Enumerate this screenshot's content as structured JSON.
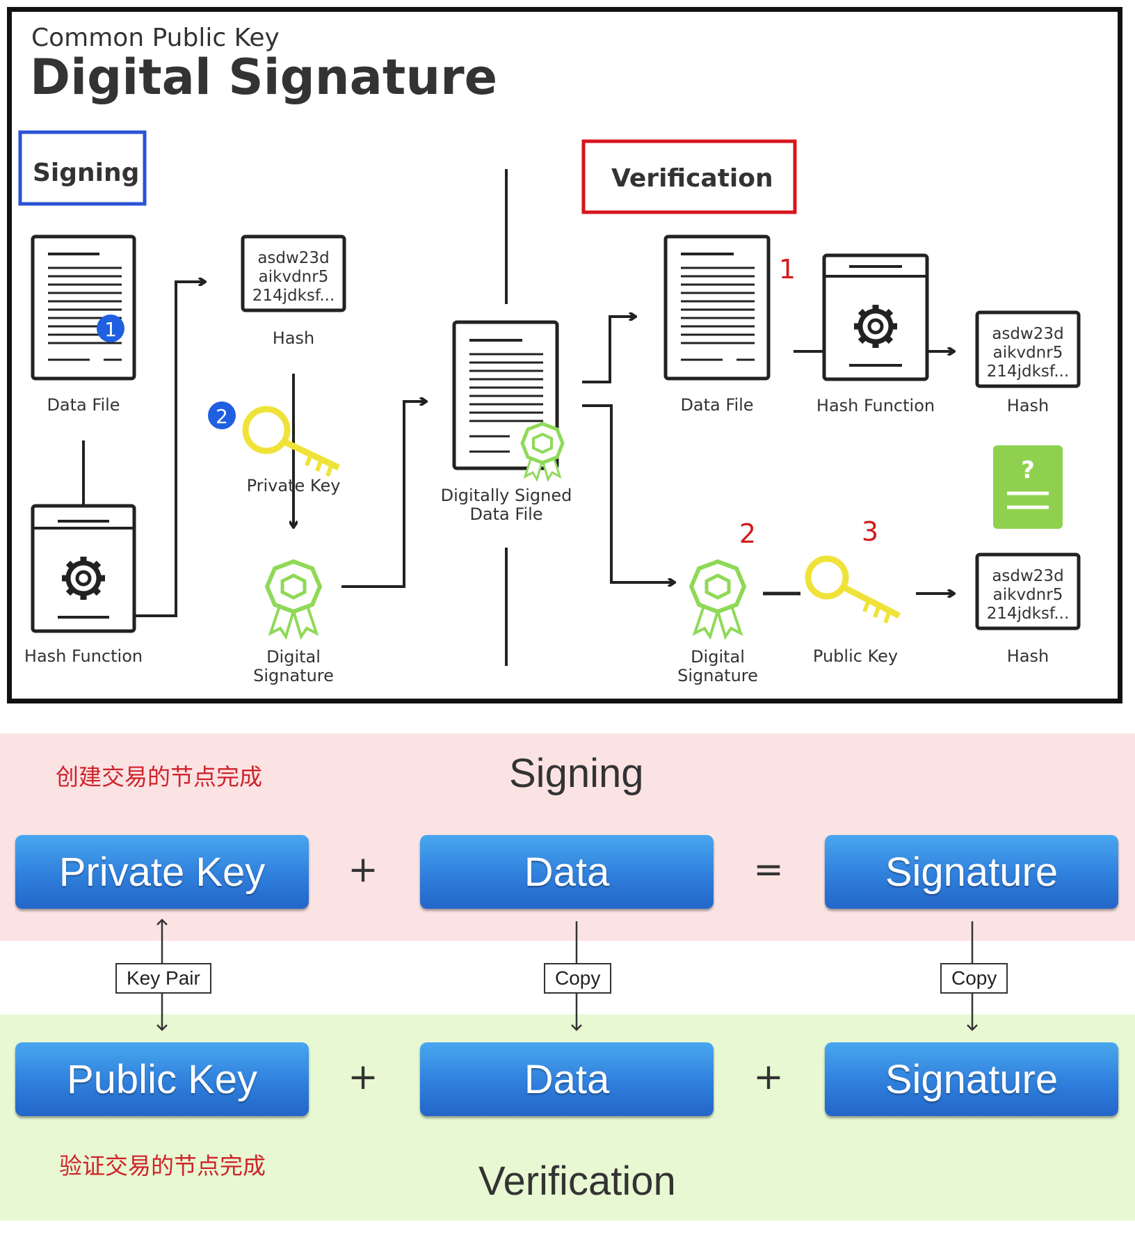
{
  "header": {
    "subtitle": "Common Public Key",
    "title": "Digital Signature"
  },
  "signing_section": {
    "label": "Signing",
    "data_file": "Data File",
    "hash_function": "Hash Function",
    "hash_text": [
      "asdw23d",
      "aikvdnr5",
      "214jdksf..."
    ],
    "hash_label": "Hash",
    "private_key": "Private Key",
    "digital_signature": [
      "Digital",
      "Signature"
    ],
    "badge_1": "1",
    "badge_2": "2"
  },
  "center": {
    "signed_file": [
      "Digitally Signed",
      "Data File"
    ]
  },
  "verification_section": {
    "label": "Verification",
    "data_file": "Data File",
    "hash_function": "Hash Function",
    "hash_text_top": [
      "asdw23d",
      "aikvdnr5",
      "214jdksf..."
    ],
    "hash_label_top": "Hash",
    "compare_mark": "?",
    "digital_signature": [
      "Digital",
      "Signature"
    ],
    "public_key": "Public Key",
    "hash_text_bottom": [
      "asdw23d",
      "aikvdnr5",
      "214jdksf..."
    ],
    "hash_label_bottom": "Hash",
    "marker_1": "1",
    "marker_2": "2",
    "marker_3": "3"
  },
  "bottom": {
    "signing_note": "创建交易的节点完成",
    "signing_title": "Signing",
    "signing_row": [
      "Private Key",
      "+",
      "Data",
      "=",
      "Signature"
    ],
    "connectors": [
      "Key Pair",
      "Copy",
      "Copy"
    ],
    "verification_row": [
      "Public Key",
      "+",
      "Data",
      "+",
      "Signature"
    ],
    "verification_note": "验证交易的节点完成",
    "verification_title": "Verification"
  },
  "colors": {
    "signing_box": "#2a52d8",
    "verification_box": "#d8141c",
    "badge_blue": "#1f5fe0",
    "marker_red": "#d01c1c",
    "key_yellow": "#efe33a",
    "ribbon_green": "#8fd957",
    "compare_green": "#8fd14f",
    "pink_bg": "#fbe3e4",
    "green_bg": "#e7f8d2",
    "button_blue": "#2f7fdc"
  }
}
